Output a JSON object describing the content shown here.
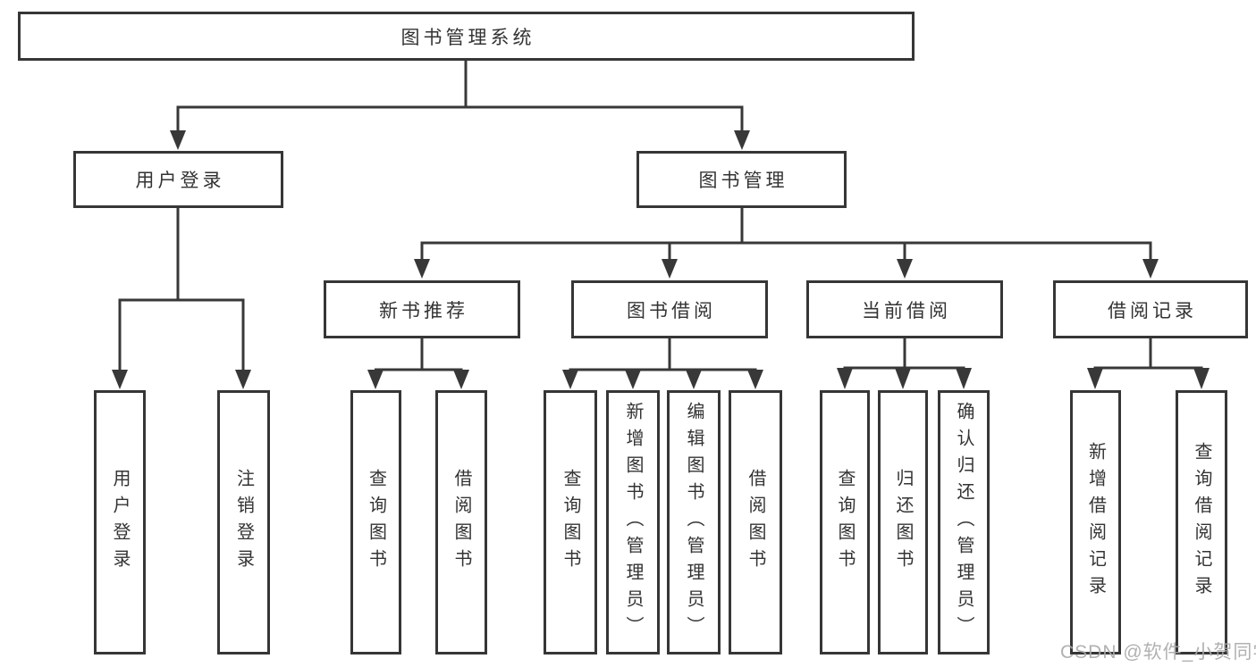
{
  "colors": {
    "line": "#383838",
    "box_border": "#363636",
    "text": "#333333",
    "watermark": "#a8a8a8",
    "background": "#ffffff"
  },
  "tree": {
    "root": {
      "label": "图书管理系统",
      "children": [
        {
          "label": "用户登录",
          "children": [
            {
              "label": "用户登录"
            },
            {
              "label": "注销登录"
            }
          ]
        },
        {
          "label": "图书管理",
          "children": [
            {
              "label": "新书推荐",
              "children": [
                {
                  "label": "查询图书"
                },
                {
                  "label": "借阅图书"
                }
              ]
            },
            {
              "label": "图书借阅",
              "children": [
                {
                  "label": "查询图书"
                },
                {
                  "label": "新增图书（管理员）"
                },
                {
                  "label": "编辑图书（管理员）"
                },
                {
                  "label": "借阅图书"
                }
              ]
            },
            {
              "label": "当前借阅",
              "children": [
                {
                  "label": "查询图书"
                },
                {
                  "label": "归还图书"
                },
                {
                  "label": "确认归还（管理员）"
                }
              ]
            },
            {
              "label": "借阅记录",
              "children": [
                {
                  "label": "新增借阅记录"
                },
                {
                  "label": "查询借阅记录"
                }
              ]
            }
          ]
        }
      ]
    }
  },
  "watermark": {
    "text": "CSDN @软件_小贺同学"
  }
}
